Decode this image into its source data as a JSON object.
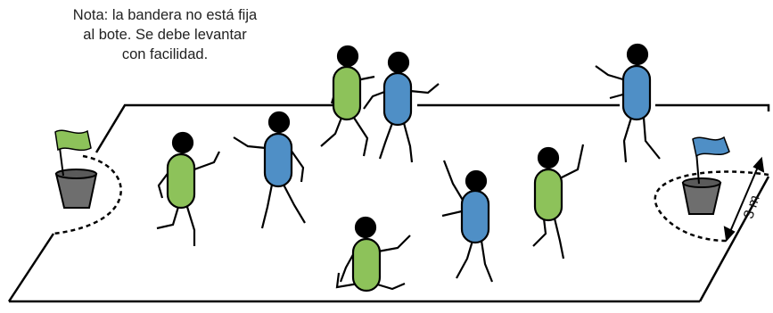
{
  "note": {
    "lines": [
      "Nota: la bandera no está fija",
      "al bote. Se debe levantar",
      "con facilidad."
    ]
  },
  "dimension": {
    "label": "3 m"
  },
  "colors": {
    "team_green": "#8dc25a",
    "team_blue": "#4f8fc6",
    "bucket": "#6e6e6e",
    "outline": "#000000"
  },
  "objects": {
    "flags": [
      {
        "name": "green-flag",
        "color": "#8dc25a"
      },
      {
        "name": "blue-flag",
        "color": "#4f8fc6"
      }
    ],
    "buckets": [
      "left-bucket",
      "right-bucket"
    ],
    "players": [
      {
        "team": "green",
        "pose": "running"
      },
      {
        "team": "blue",
        "pose": "walking"
      },
      {
        "team": "green",
        "pose": "waving"
      },
      {
        "team": "blue",
        "pose": "pointing"
      },
      {
        "team": "blue",
        "pose": "running"
      },
      {
        "team": "blue",
        "pose": "reaching"
      },
      {
        "team": "green",
        "pose": "standing"
      },
      {
        "team": "green",
        "pose": "sitting"
      }
    ]
  }
}
